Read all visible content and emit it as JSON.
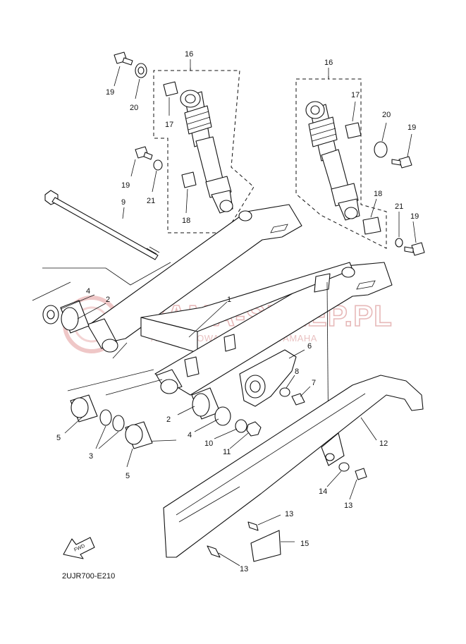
{
  "diagram_code": "2UJR700-E210",
  "fwd_label": "FWD",
  "watermark": {
    "main": "YAMA-SKLEP.PL",
    "sub": "AUTORYZOWANY DEALER YAMAHA"
  },
  "callouts": [
    {
      "id": "c16a",
      "text": "16"
    },
    {
      "id": "c16b",
      "text": "16"
    },
    {
      "id": "c19a",
      "text": "19"
    },
    {
      "id": "c20a",
      "text": "20"
    },
    {
      "id": "c17a",
      "text": "17"
    },
    {
      "id": "c19b",
      "text": "19"
    },
    {
      "id": "c21a",
      "text": "21"
    },
    {
      "id": "c18a",
      "text": "18"
    },
    {
      "id": "c9",
      "text": "9"
    },
    {
      "id": "c17b",
      "text": "17"
    },
    {
      "id": "c20b",
      "text": "20"
    },
    {
      "id": "c19c",
      "text": "19"
    },
    {
      "id": "c18b",
      "text": "18"
    },
    {
      "id": "c21b",
      "text": "21"
    },
    {
      "id": "c19d",
      "text": "19"
    },
    {
      "id": "c4a",
      "text": "4"
    },
    {
      "id": "c2a",
      "text": "2"
    },
    {
      "id": "c1",
      "text": "1"
    },
    {
      "id": "c6",
      "text": "6"
    },
    {
      "id": "c8",
      "text": "8"
    },
    {
      "id": "c7",
      "text": "7"
    },
    {
      "id": "c5a",
      "text": "5"
    },
    {
      "id": "c3",
      "text": "3"
    },
    {
      "id": "c5b",
      "text": "5"
    },
    {
      "id": "c2b",
      "text": "2"
    },
    {
      "id": "c4b",
      "text": "4"
    },
    {
      "id": "c10",
      "text": "10"
    },
    {
      "id": "c11",
      "text": "11"
    },
    {
      "id": "c12",
      "text": "12"
    },
    {
      "id": "c14",
      "text": "14"
    },
    {
      "id": "c13a",
      "text": "13"
    },
    {
      "id": "c13b",
      "text": "13"
    },
    {
      "id": "c15",
      "text": "15"
    },
    {
      "id": "c13c",
      "text": "13"
    }
  ]
}
